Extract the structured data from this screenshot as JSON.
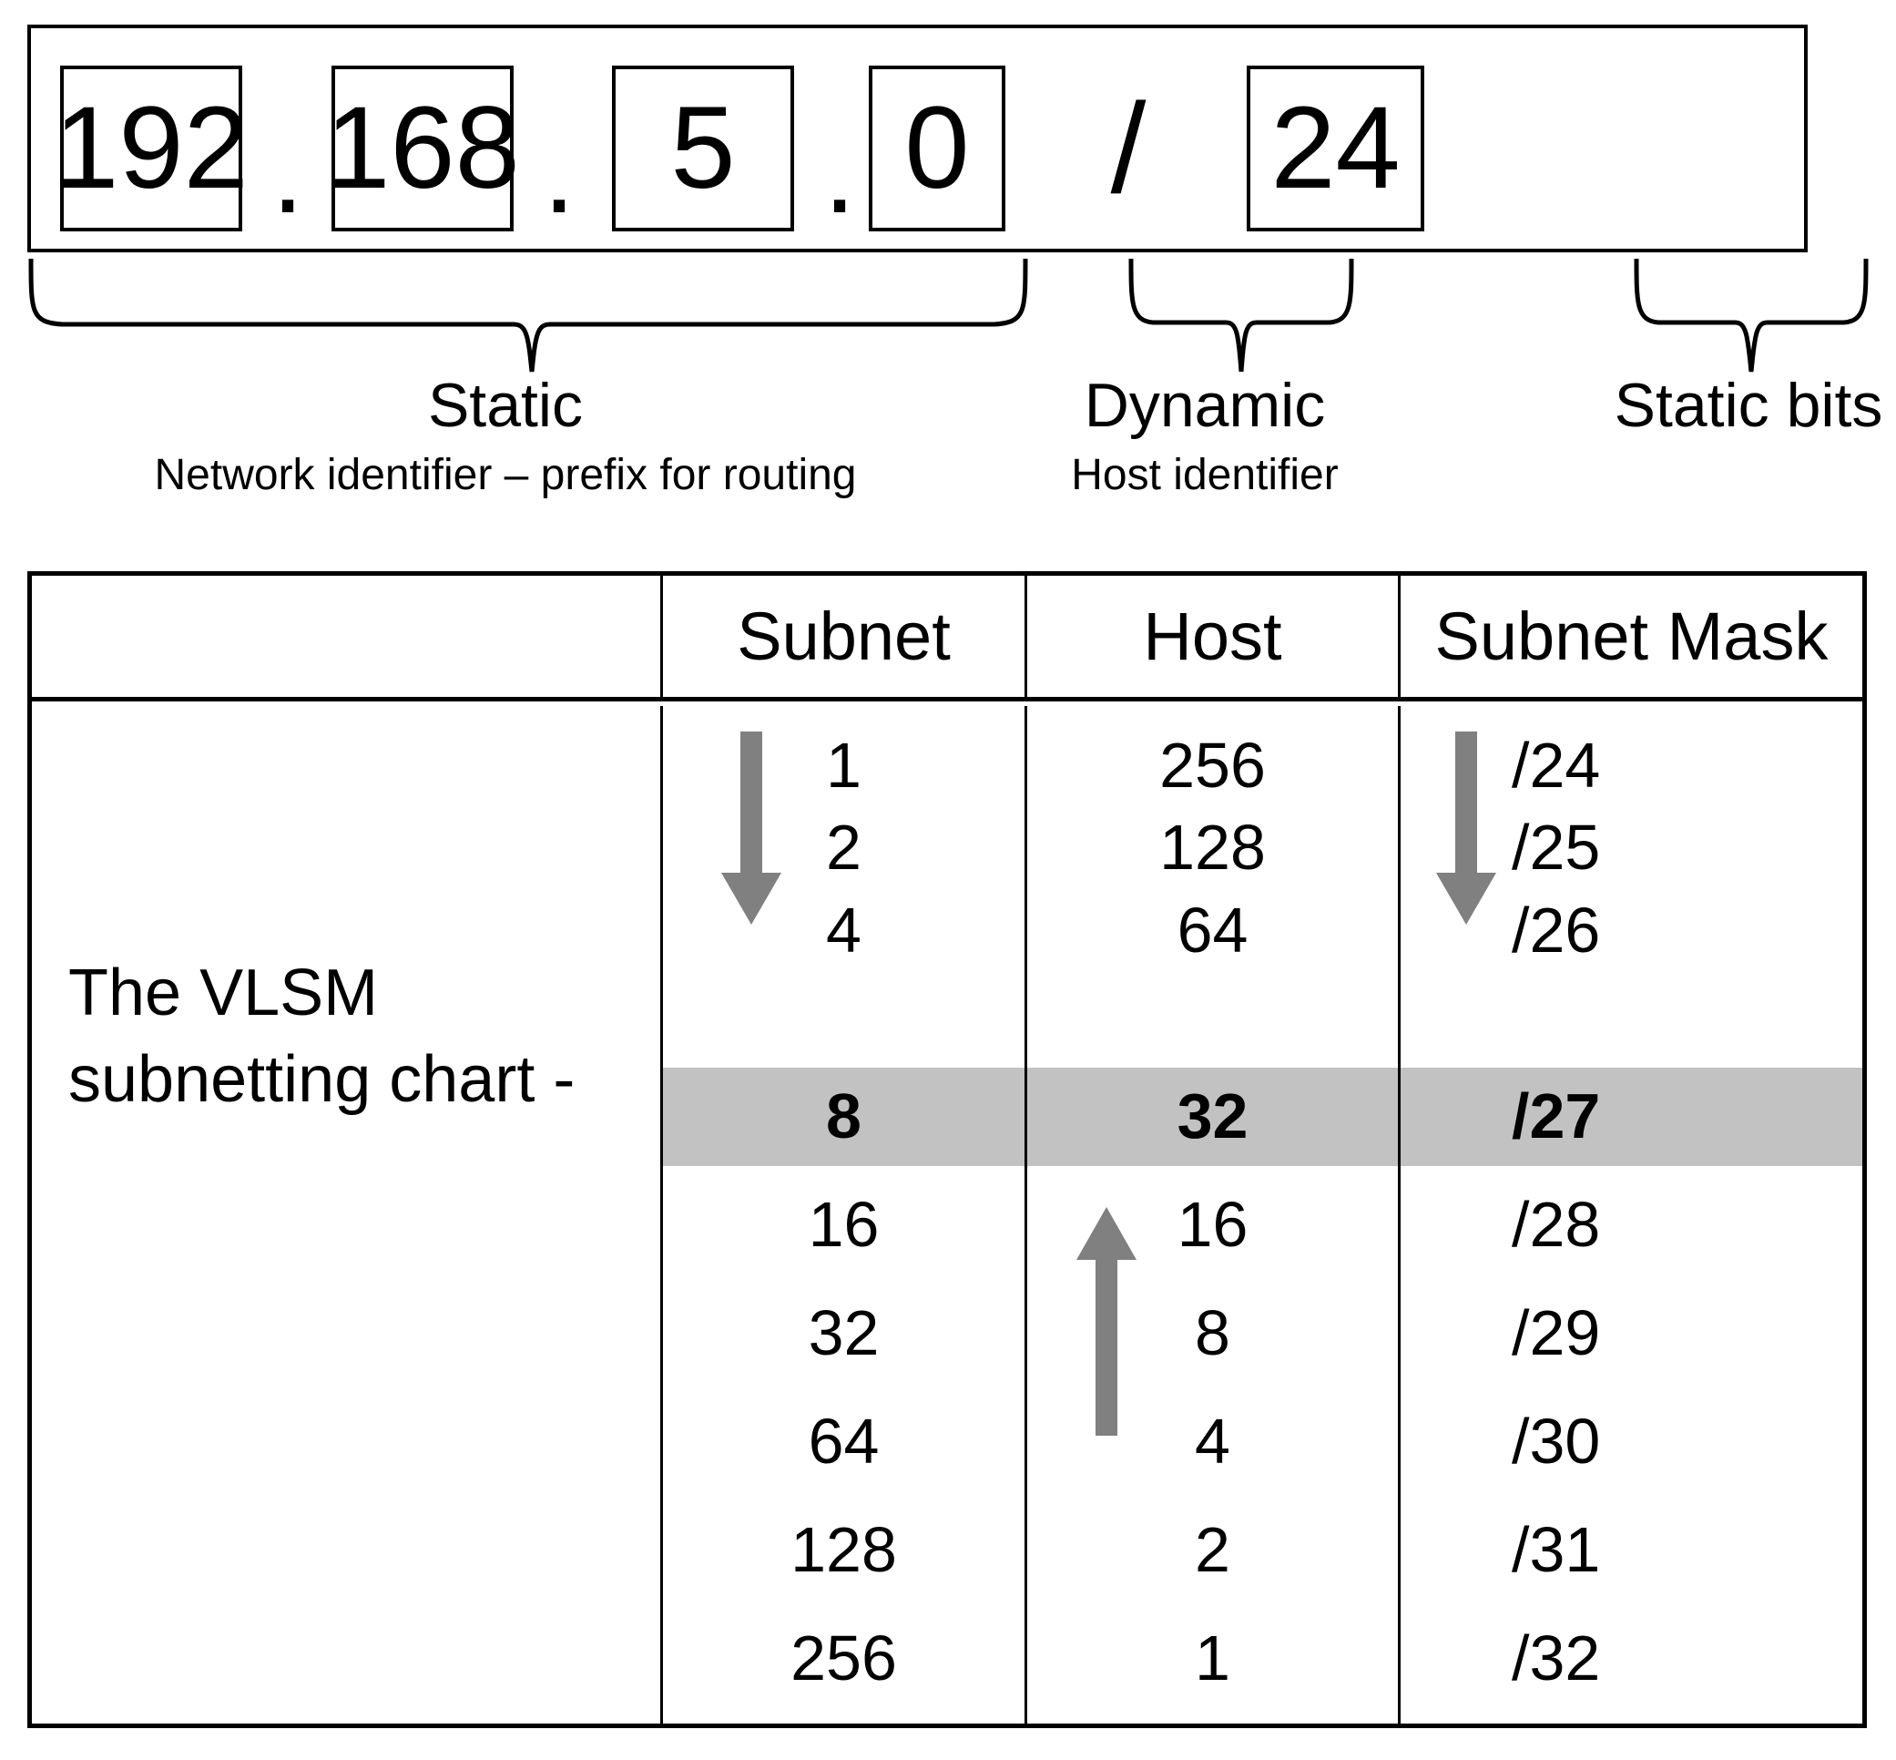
{
  "ip_panel": {
    "octets": [
      "192",
      "168",
      "5",
      "0"
    ],
    "separators": [
      ".",
      ".",
      "."
    ],
    "prefix_separator": "/",
    "prefix": "24"
  },
  "groups": [
    {
      "label": "Static",
      "sublabel": "Network identifier – prefix for routing"
    },
    {
      "label": "Dynamic",
      "sublabel": "Host identifier"
    },
    {
      "label": "Static bits",
      "sublabel": ""
    }
  ],
  "table": {
    "caption": "The VLSM subnetting chart -",
    "headers": [
      "",
      "Subnet",
      "Host",
      "Subnet Mask"
    ],
    "highlighted_row_index": 3,
    "rows": [
      {
        "subnet": "1",
        "host": "256",
        "mask": "/24"
      },
      {
        "subnet": "2",
        "host": "128",
        "mask": "/25"
      },
      {
        "subnet": "4",
        "host": "64",
        "mask": "/26"
      },
      {
        "subnet": "8",
        "host": "32",
        "mask": "/27"
      },
      {
        "subnet": "16",
        "host": "16",
        "mask": "/28"
      },
      {
        "subnet": "32",
        "host": "8",
        "mask": "/29"
      },
      {
        "subnet": "64",
        "host": "4",
        "mask": "/30"
      },
      {
        "subnet": "128",
        "host": "2",
        "mask": "/31"
      },
      {
        "subnet": "256",
        "host": "1",
        "mask": "/32"
      }
    ]
  },
  "colors": {
    "highlight_row": "#c2c2c2",
    "arrow": "#808080",
    "border": "#000000",
    "background": "#ffffff"
  },
  "chart_data": {
    "type": "table",
    "title": "The VLSM subnetting chart -",
    "columns": [
      "Subnet",
      "Host",
      "Subnet Mask"
    ],
    "rows": [
      [
        "1",
        "256",
        "/24"
      ],
      [
        "2",
        "128",
        "/25"
      ],
      [
        "4",
        "64",
        "/26"
      ],
      [
        "8",
        "32",
        "/27"
      ],
      [
        "16",
        "16",
        "/28"
      ],
      [
        "32",
        "8",
        "/29"
      ],
      [
        "64",
        "4",
        "/30"
      ],
      [
        "128",
        "2",
        "/31"
      ],
      [
        "256",
        "1",
        "/32"
      ]
    ],
    "highlighted_row": [
      "8",
      "32",
      "/27"
    ],
    "annotations": [
      "Subnet column arrow points down (increasing number of subnets)",
      "Subnet Mask column arrow points down (increasing prefix length)",
      "Host column arrow points up (decreasing hosts per subnet)"
    ]
  }
}
